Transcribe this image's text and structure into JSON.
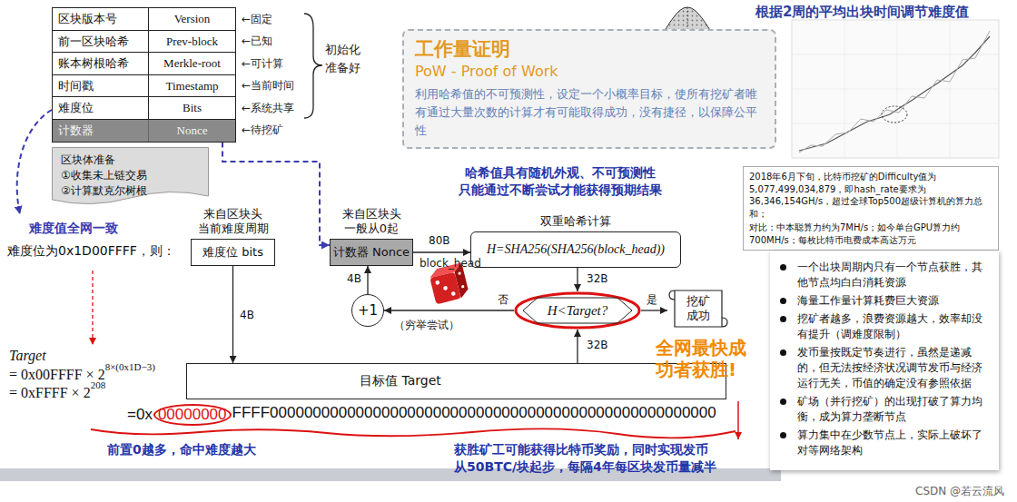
{
  "diagram": {
    "nodes": [
      {
        "text": [
          "区块版本号",
          "Version"
        ]
      },
      {
        "text": [
          "前一区块哈希",
          "Prev-block"
        ]
      },
      {
        "text": [
          "账本树根哈希",
          "Merkle-root"
        ]
      },
      {
        "text": [
          "时间戳",
          "Timestamp"
        ]
      },
      {
        "text": [
          "难度位",
          "Bits"
        ]
      },
      {
        "text": [
          "计数器",
          "Nonce"
        ]
      },
      {
        "text": [
          "区块体准备",
          "①收集未上链交易",
          "②计算默克尔树根"
        ]
      },
      {
        "text": [
          "工作量证明",
          "PoW - Proof of Work",
          "利用哈希值的不可预测性，设定一个小概率目标，使所有挖矿者唯有通过大量次数的计算才有可能取得成功，没有捷径，以保障公平性"
        ]
      },
      {
        "text": [
          "来自区块头",
          "当前难度周期",
          "难度位 bits"
        ]
      },
      {
        "text": [
          "来自区块头",
          "一般从0起",
          "计数器 Nonce"
        ]
      },
      {
        "text": [
          "双重哈希计算",
          "H=SHA256(SHA256(block_head))"
        ]
      },
      {
        "text": [
          "+1"
        ]
      },
      {
        "text": [
          "H<Target?"
        ]
      },
      {
        "text": [
          "挖矿",
          "成功"
        ]
      },
      {
        "text": [
          "目标值 Target"
        ]
      },
      {
        "text": [
          "2018年6月下旬，比特币挖矿的Difficulty值为5,077,499,034,879，即hash_rate要求为36,346,154GH/s，超过全球Top500超级计算机的算力总和；",
          "对比：中本聪算力约为7MH/s；如今单台GPU算力约700MH/s；每枚比特币电费成本高达万元"
        ]
      },
      {
        "text": [
          "一个出块周期内只有一个节点获胜，其他节点均白白消耗资源",
          "海量工作量计算耗费巨大资源",
          "挖矿者越多，浪费资源越大，效率却没有提升（调难度限制）",
          "发币量按既定节奏进行，虽然是递减的，但无法按经济状况调节发币与经济运行无关，币值的确定没有参照依据",
          "矿场（并行挖矿）的出现打破了算力均衡，成为算力垄断节点",
          "算力集中在少数节点上，实际上破坏了对等网络架构"
        ]
      }
    ],
    "edges": [
      {
        "from": 8,
        "to": 14,
        "label": "4B",
        "arrow": "to"
      },
      {
        "from": 9,
        "to": 10,
        "label": "80B",
        "arrow": "to"
      },
      {
        "from": 10,
        "to": 12,
        "label": "32B",
        "arrow": "to"
      },
      {
        "from": 14,
        "to": 12,
        "label": "32B",
        "arrow": "to"
      },
      {
        "from": 12,
        "to": 13,
        "label": "是",
        "arrow": "to"
      },
      {
        "from": 12,
        "to": 11,
        "label": "否",
        "arrow": "to"
      },
      {
        "from": 11,
        "to": 9,
        "label": "4B",
        "arrow": "to"
      },
      {
        "from": 5,
        "to": 9,
        "arrow": "to"
      }
    ],
    "labels": [
      "←固定",
      "←已知",
      "←可计算",
      "←当前时间",
      "←系统共享",
      "←待挖矿",
      "初始化",
      "准备好",
      "根据2周的平均出块时间调节难度值",
      "哈希值具有随机外观、不可预测性",
      "只能通过不断尝试才能获得预期结果",
      "难度值全网一致",
      "难度位为0x1D00FFFF，则：",
      "Target",
      "= 0x00FFFF × 2",
      "8×(0x1D−3)",
      "= 0xFFFF × 2",
      "208",
      "=0x",
      "00000000",
      "FFFF0000000000000000000000000000000000000000000000000000",
      "block_head",
      "（穷举尝试）",
      "全网最快成",
      "功者获胜!",
      "前置0越多，命中难度越大",
      "获胜矿工可能获得比特币奖励，同时实现发币",
      "从50BTC/块起步，每隔4年每区块发币量减半",
      "CSDN @若云流风"
    ]
  }
}
